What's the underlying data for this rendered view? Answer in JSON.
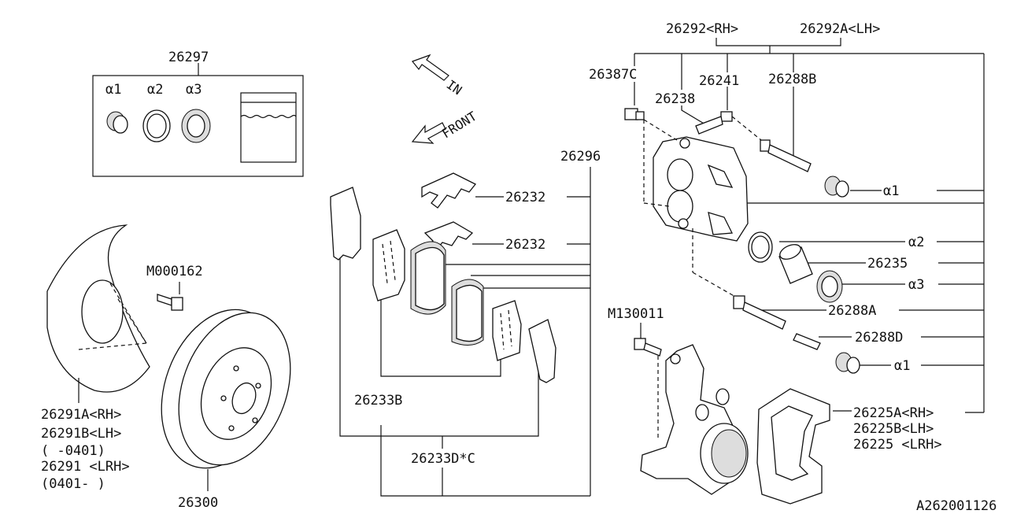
{
  "labels": {
    "kit": "26297",
    "a1": "α1",
    "a2": "α2",
    "a3": "α3",
    "arrow_in": "IN",
    "arrow_front": "FRONT",
    "caliper_rh": "26292<RH>",
    "caliper_lh": "26292A<LH>",
    "bleeder": "26387C",
    "pin_bolt": "26241",
    "cap": "26238",
    "guide_b": "26288B",
    "pad_kit": "26296",
    "clip_1": "26232",
    "clip_2": "26232",
    "seal_a2": "α2",
    "piston": "26235",
    "seal_a3": "α3",
    "boot_a1_top": "α1",
    "guide_a": "26288A",
    "guide_d": "26288D",
    "boot_a1_bottom": "α1",
    "bolt_m130": "M130011",
    "bolt_m000": "M000162",
    "shim_b": "26233B",
    "shim_dc": "26233D*C",
    "cover_rh": "26291A<RH>",
    "cover_lh": "26291B<LH>",
    "cover_date1": "(   -0401)",
    "cover_lrh": "26291 <LRH>",
    "cover_date2": "(0401-    )",
    "rotor": "26300",
    "support_rh": "26225A<RH>",
    "support_lh": "26225B<LH>",
    "support_lrh": "26225 <LRH>",
    "diagram_id": "A262001126"
  }
}
